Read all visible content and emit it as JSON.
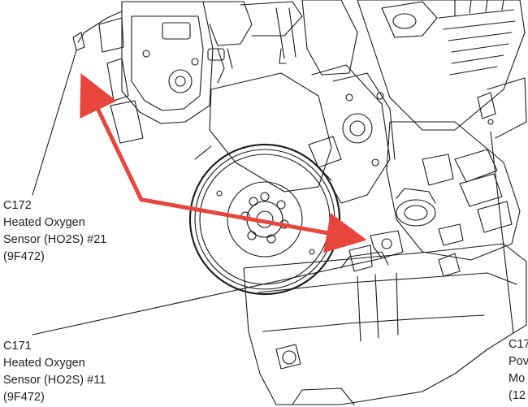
{
  "callouts": {
    "c172": {
      "id": "C172",
      "line1": "Heated Oxygen",
      "line2": "Sensor (HO2S) #21",
      "line3": "(9F472)"
    },
    "c171": {
      "id": "C171",
      "line1": "Heated Oxygen",
      "line2": "Sensor (HO2S) #11",
      "line3": "(9F472)"
    },
    "c17x": {
      "id": "C17",
      "line1": "Pov",
      "line2": "Mo",
      "line3": "(12"
    }
  },
  "annotation": {
    "arrow_color": "#e8453c",
    "count": 2
  },
  "colors": {
    "line_art": "#1a1a1a",
    "background": "#ffffff"
  }
}
